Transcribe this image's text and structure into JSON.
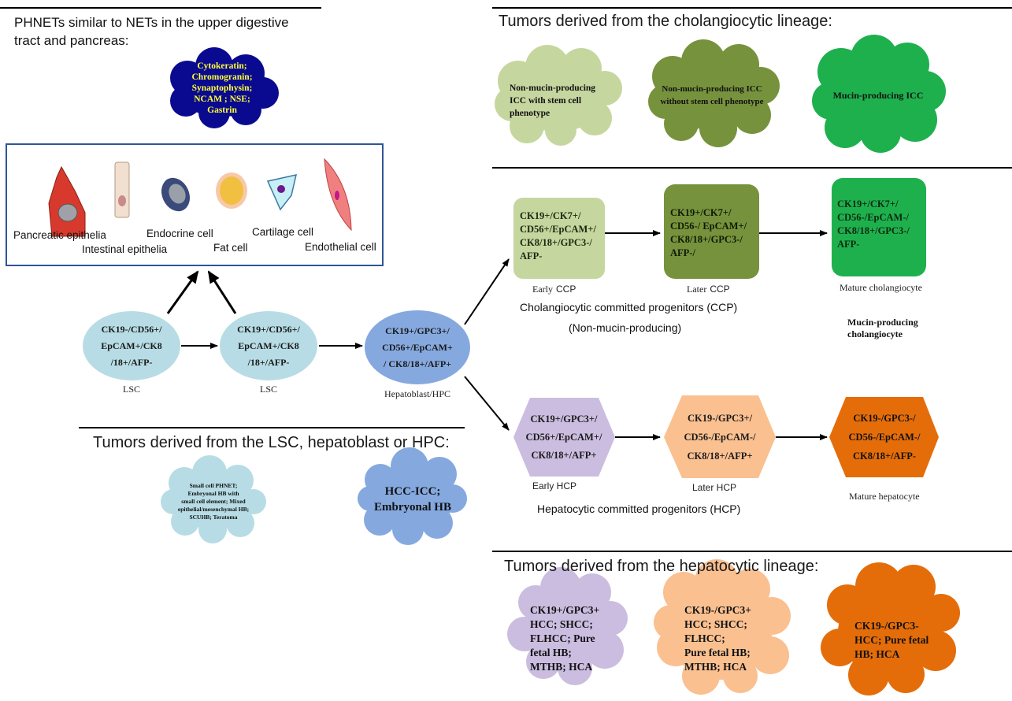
{
  "colors": {
    "lsc_blue": "#b7dce5",
    "hpc_blue": "#85a9df",
    "ccp_light": "#c6d69f",
    "ccp_mid": "#77923c",
    "ccp_dark": "#1fb04e",
    "hcp_purple": "#cbbde0",
    "hcp_peach": "#fac090",
    "hcp_orange": "#e46d0a",
    "net_navy": "#0a0a90",
    "net_text": "#ffff33",
    "box_border": "#2f5597"
  },
  "icons": [
    "pancreatic-cell-icon",
    "intestinal-cell-icon",
    "endocrine-cell-icon",
    "fat-cell-icon",
    "cartilage-cell-icon",
    "endothelial-cell-icon"
  ],
  "phnet": {
    "heading_line1": "PHNETs similar to NETs in the upper digestive",
    "heading_line2": "tract and pancreas:",
    "markers": [
      "Cytokeratin;",
      "Chromogranin;",
      "Synaptophysin;",
      "NCAM ; NSE;",
      "Gastrin"
    ]
  },
  "cells": {
    "pancreatic": "Pancreatic epithelia",
    "intestinal": "Intestinal epithelia",
    "endocrine": "Endocrine cell",
    "fat": "Fat cell",
    "cartilage": "Cartilage cell",
    "endothelial": "Endothelial cell"
  },
  "lsc1": {
    "lines": [
      "CK19-/CD56+/",
      "EpCAM+/CK8",
      "/18+/AFP-"
    ],
    "caption": "LSC"
  },
  "lsc2": {
    "lines": [
      "CK19+/CD56+/",
      "EpCAM+/CK8",
      "/18+/AFP-"
    ],
    "caption": "LSC"
  },
  "hpc": {
    "lines": [
      "CK19+/GPC3+/",
      "CD56+/EpCAM+",
      "/ CK8/18+/AFP+"
    ],
    "caption": "Hepatoblast/HPC"
  },
  "lsc_tumors": {
    "heading": "Tumors derived from the LSC, hepatoblast or HPC:",
    "cloud1": [
      "Small cell PHNET;",
      "Embryonal HB with",
      "small cell element; Mixed",
      "epithelial/mesenchymal HB;",
      "SCUHB; Teratoma"
    ],
    "cloud2": [
      "HCC-ICC;",
      "Embryonal HB"
    ]
  },
  "cholangio_tumors": {
    "heading": "Tumors derived from the cholangiocytic lineage:",
    "cloud1": [
      "Non-mucin-producing",
      "ICC with stem cell",
      "phenotype"
    ],
    "cloud2": [
      "Non-mucin-producing ICC",
      "without stem cell phenotype"
    ],
    "cloud3": [
      "Mucin-producing ICC"
    ]
  },
  "ccp": {
    "early": {
      "lines": [
        "CK19+/CK7+/",
        "CD56+/EpCAM+/",
        "CK8/18+/GPC3-/",
        "AFP-"
      ],
      "caption_a": "Early",
      "caption_b": "CCP"
    },
    "later": {
      "lines": [
        "CK19+/CK7+/",
        "CD56-/ EpCAM+/",
        "CK8/18+/GPC3-/",
        "AFP-/"
      ],
      "caption_a": "Later",
      "caption_b": "CCP"
    },
    "mature": {
      "lines": [
        "CK19+/CK7+/",
        "CD56-/EpCAM-/",
        "CK8/18+/GPC3-/",
        "AFP-"
      ],
      "caption": "Mature cholangiocyte"
    },
    "title": "Cholangiocytic committed progenitors (CCP)",
    "subtitle": "(Non-mucin-producing)",
    "mucin_line1": "Mucin-producing",
    "mucin_line2": "cholangiocyte"
  },
  "hcp": {
    "early": {
      "lines": [
        "CK19+/GPC3+/",
        "CD56+/EpCAM+/",
        "CK8/18+/AFP+"
      ],
      "caption": "Early  HCP"
    },
    "later": {
      "lines": [
        "CK19-/GPC3+/",
        "CD56-/EpCAM-/",
        "CK8/18+/AFP+"
      ],
      "caption": "Later  HCP"
    },
    "mature": {
      "lines": [
        "CK19-/GPC3-/",
        "CD56-/EpCAM-/",
        "CK8/18+/AFP-"
      ],
      "caption": "Mature hepatocyte"
    },
    "title": "Hepatocytic committed progenitors (HCP)"
  },
  "hepato_tumors": {
    "heading": "Tumors derived from the hepatocytic lineage:",
    "cloud1": [
      "CK19+/GPC3+",
      "HCC; SHCC;",
      "FLHCC; Pure",
      "fetal HB;",
      "MTHB; HCA"
    ],
    "cloud2": [
      "CK19-/GPC3+",
      "HCC; SHCC;",
      "FLHCC;",
      "Pure fetal HB;",
      "MTHB; HCA"
    ],
    "cloud3": [
      "CK19-/GPC3-",
      "HCC; Pure fetal",
      "HB; HCA"
    ]
  }
}
